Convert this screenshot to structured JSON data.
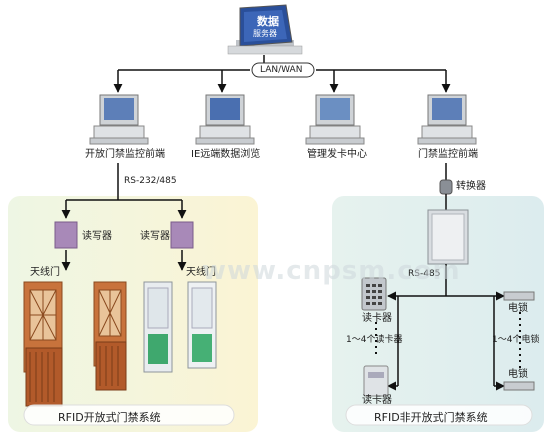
{
  "server": {
    "screen_text_1": "数据",
    "screen_text_2": "服务器"
  },
  "network": {
    "label": "LAN/WAN"
  },
  "terminals": [
    {
      "label": "开放门禁监控前端"
    },
    {
      "label": "IE远端数据浏览"
    },
    {
      "label": "管理发卡中心"
    },
    {
      "label": "门禁监控前端"
    }
  ],
  "left_panel": {
    "bus_label": "RS-232/485",
    "reader_left_label": "读写器",
    "reader_right_label": "读写器",
    "antenna_left_label": "天线门",
    "antenna_right_label": "天线门",
    "title": "RFID开放式门禁系统"
  },
  "right_panel": {
    "converter_label": "转换器",
    "bus_label": "RS-485",
    "card_reader_top_label": "读卡器",
    "card_reader_bottom_label": "读卡器",
    "reader_count_label": "1～4个读卡器",
    "lock_top_label": "电锁",
    "lock_bottom_label": "电锁",
    "lock_count_label": "1～4个电锁",
    "title": "RFID非开放式门禁系统"
  },
  "watermark": {
    "text": "www.cnpsm.com"
  },
  "colors": {
    "left_panel_bg": "#f7f3d6",
    "right_panel_bg": "#e3f1ef",
    "reader_purple": "#a889b8",
    "door_wood": "#c8733c",
    "door_green": "#3fa86e",
    "monitor_blue": "#2a4f9a"
  }
}
